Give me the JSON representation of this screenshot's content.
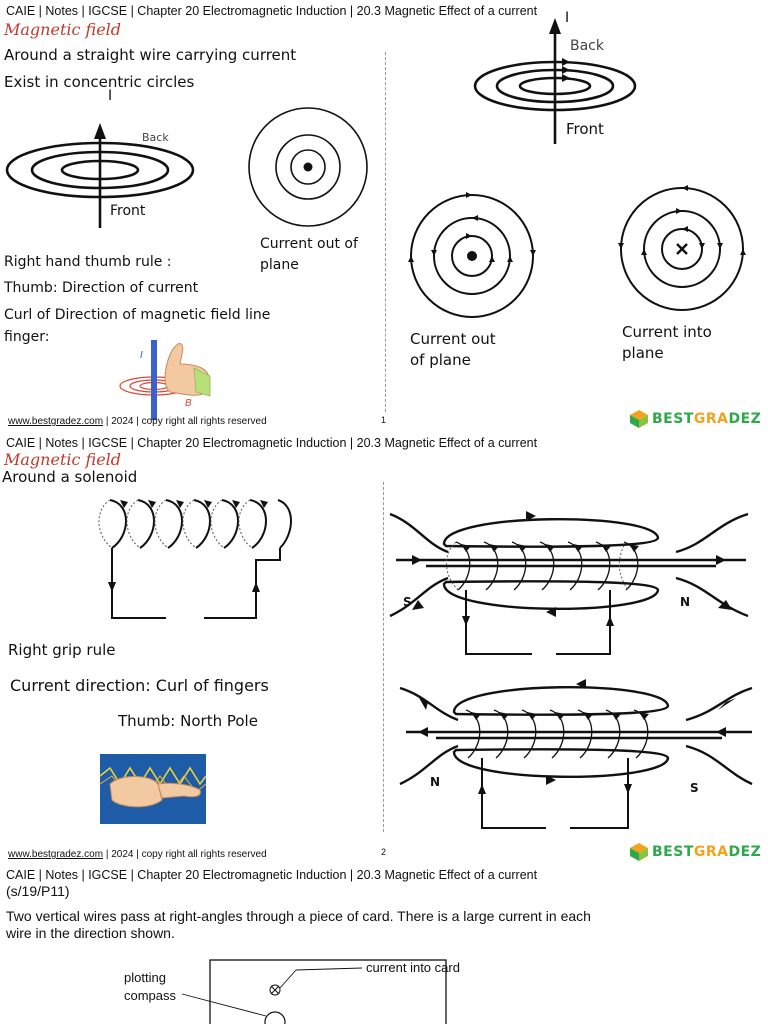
{
  "header_text": "CAIE | Notes | IGCSE |  Chapter 20 Electromagnetic Induction | 20.3 Magnetic Effect of a current",
  "page1": {
    "title": "Magnetic field",
    "line1": "Around a straight wire carrying current",
    "line2": "Exist in concentric circles",
    "label_I": "I",
    "label_back": "Back",
    "label_front": "Front",
    "label_current_out": "Current out of",
    "label_plane": "plane",
    "rule_title": "Right hand thumb rule :",
    "thumb_text": "Thumb: Direction of current",
    "curl_text": "Curl of Direction of magnetic field line",
    "finger_text": "finger:",
    "hand_I": "I",
    "hand_B": "B",
    "right_I": "I",
    "right_back": "Back",
    "right_front": "Front",
    "out_caption_1": "Current out",
    "out_caption_2": "of plane",
    "into_caption_1": "Current into",
    "into_caption_2": "plane",
    "page_number": "1"
  },
  "page2": {
    "title": "Magnetic field",
    "line1": "Around a solenoid",
    "grip_rule": "Right grip rule",
    "current_dir": "Current direction: Curl of fingers",
    "thumb_north": "Thumb: North Pole",
    "s_label_top": "S",
    "n_label_top": "N",
    "n_label_bottom": "N",
    "s_label_bottom": "S",
    "page_number": "2"
  },
  "page3": {
    "code": "(s/19/P11)",
    "question_line1": "Two vertical wires pass at right-angles through a piece of card. There is a large current in each",
    "question_line2": "wire in the direction shown.",
    "label_plotting": "plotting",
    "label_compass": "compass",
    "label_current_into": "current into card"
  },
  "footer": {
    "url": "www.bestgradez.com",
    "rest": " | 2024 | copy right all rights reserved"
  },
  "logo": {
    "best": "BEST",
    "gra": "GRA",
    "dez": "DEZ"
  }
}
